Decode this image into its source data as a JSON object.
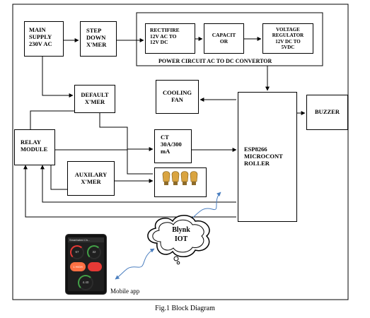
{
  "blocks": {
    "main_supply": [
      "MAIN",
      "SUPPLY",
      "230V AC"
    ],
    "step_down": [
      "STEP",
      "DOWN",
      "X'MER"
    ],
    "rectifier": [
      "RECTIFIRE",
      "12V AC TO",
      "12V DC"
    ],
    "capacitor": [
      "CAPACIT",
      "OR"
    ],
    "voltage_regulator": [
      "VOLTAGE",
      "REGULATOR",
      "12V DC TO",
      "5VDC"
    ],
    "power_circuit_label": "POWER CIRCUIT AC TO DC CONVERTOR",
    "default_xmer": [
      "DEFAULT",
      "X'MER"
    ],
    "cooling_fan": [
      "COOLING",
      "FAN"
    ],
    "buzzer": "BUZZER",
    "relay_module": [
      "RELAY",
      "MODULE"
    ],
    "ct": [
      "CT",
      "30A/300",
      "mA"
    ],
    "esp8266": [
      "ESP8266",
      "MICROCONT",
      "ROLLER"
    ],
    "auxilary_xmer": [
      "AUXILARY",
      "X'MER"
    ]
  },
  "cloud": [
    "Blynk",
    "IOT"
  ],
  "mobile_app_label": "Mobile app",
  "app_screen": {
    "title": "Smartrated Ch...",
    "gauge1": "67",
    "gauge2": "32",
    "button_label": "1 HIGH",
    "gauge3": "4.40"
  },
  "caption": "Fig.1 Block Diagram",
  "colors": {
    "wire": "#000000",
    "wireless": "#4a7ebf",
    "bulb": "#d9a441",
    "app_orange": "#ff7043",
    "app_red": "#e53935"
  }
}
